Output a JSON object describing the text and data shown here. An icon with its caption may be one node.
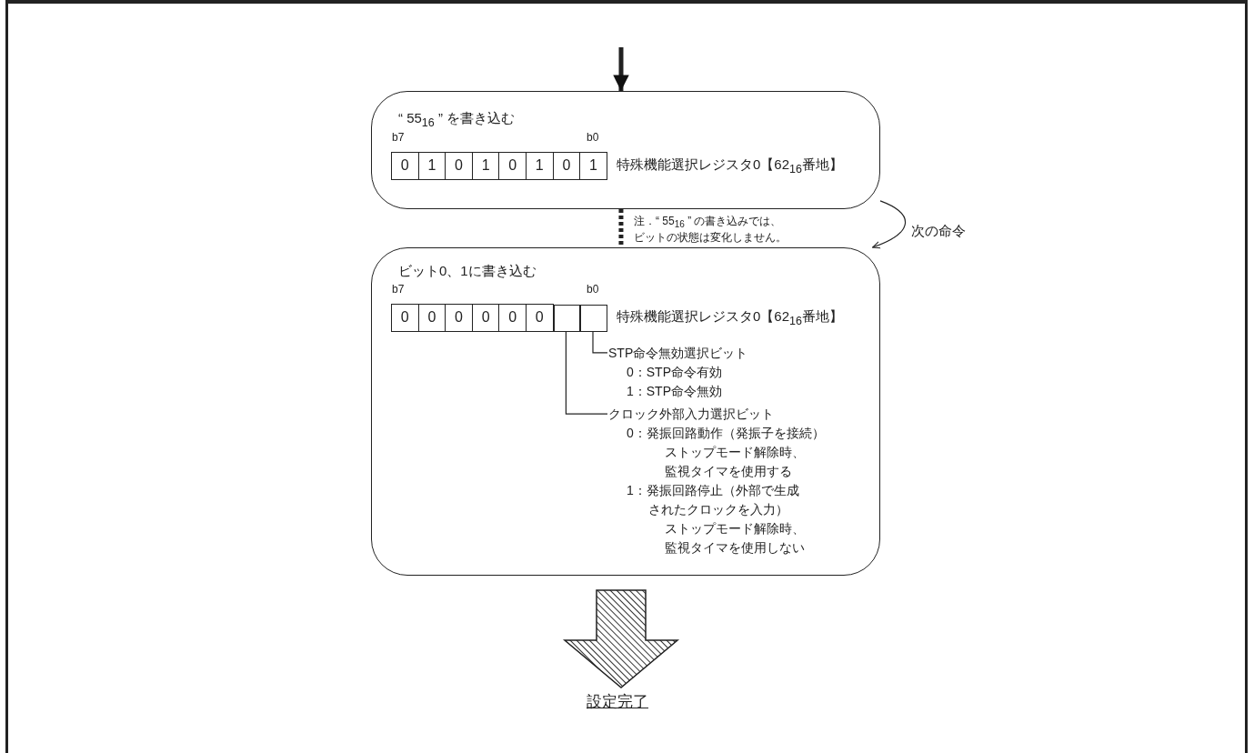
{
  "diagram": {
    "nodes": [
      {
        "text": [
          "“ 55$_{16}$ ” を書き込む"
        ]
      },
      {
        "text": [
          "ビット0、1に書き込む"
        ]
      },
      {
        "text": [],
        "shape": "box",
        "in": 1
      },
      {
        "text": [],
        "shape": "box",
        "in": 1
      },
      {
        "text": [
          "STP命令無効選択ビット",
          "0：STP命令有効",
          "1：STP命令無効"
        ],
        "in": 1
      },
      {
        "text": [
          "クロック外部入力選択ビット",
          "0：発振回路動作（発振子を接続）",
          "ストップモード解除時、監視タイマを使用する",
          "1：発振回路停止（外部で生成されたクロックを入力）",
          "ストップモード解除時、監視タイマを使用しない"
        ],
        "in": 1
      },
      {
        "text": [
          "設定完了"
        ]
      }
    ],
    "edges": [
      {
        "from": null,
        "to": 0,
        "arrow": "to",
        "style": "thick"
      },
      {
        "from": 0,
        "to": 1,
        "arrow": "none",
        "style": "dashed",
        "label": "注．“ 55$_{16}$ ” の書き込みでは、ビットの状態は変化しません。"
      },
      {
        "from": 0,
        "to": 1,
        "arrow": "to",
        "label": "次の命令"
      },
      {
        "from": 3,
        "to": 4,
        "arrow": "none"
      },
      {
        "from": 2,
        "to": 5,
        "arrow": "none"
      },
      {
        "from": 1,
        "to": 6,
        "arrow": "to",
        "style": "thick"
      }
    ],
    "labels": [
      "b7",
      "b0",
      "0",
      "1",
      "0",
      "1",
      "0",
      "1",
      "0",
      "1",
      "特殊機能選択レジスタ0【62$_{16}$番地】",
      "b7",
      "b0",
      "0",
      "0",
      "0",
      "0",
      "0",
      "0",
      "特殊機能選択レジスタ0【62$_{16}$番地】"
    ]
  }
}
